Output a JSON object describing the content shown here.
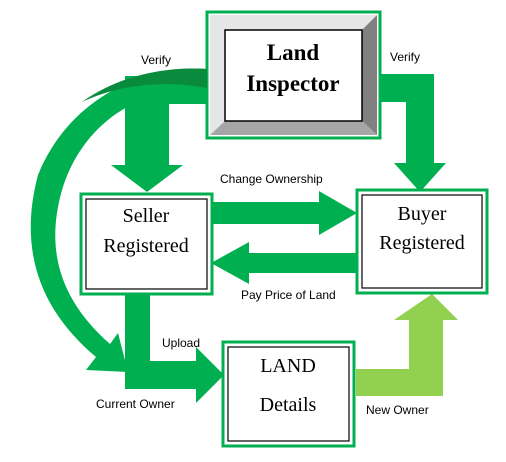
{
  "colors": {
    "arrow_dark": "#00B050",
    "arrow_light": "#92D050",
    "arrow_shade": "#0A8A3C",
    "border": "#00B050",
    "bevel_light": "#E6E6E6",
    "bevel_dark": "#808080",
    "text": "#000000",
    "background": "#FFFFFF"
  },
  "nodes": {
    "land_inspector": {
      "line1": "Land",
      "line2": "Inspector"
    },
    "seller": {
      "line1": "Seller",
      "line2": "Registered"
    },
    "buyer": {
      "line1": "Buyer",
      "line2": "Registered"
    },
    "land_details": {
      "line1": "LAND",
      "line2": "Details"
    }
  },
  "edges": {
    "verify_left": "Verify",
    "verify_right": "Verify",
    "change_ownership": "Change Ownership",
    "pay_price": "Pay Price of Land",
    "upload": "Upload",
    "current_owner": "Current Owner",
    "new_owner": "New Owner"
  }
}
